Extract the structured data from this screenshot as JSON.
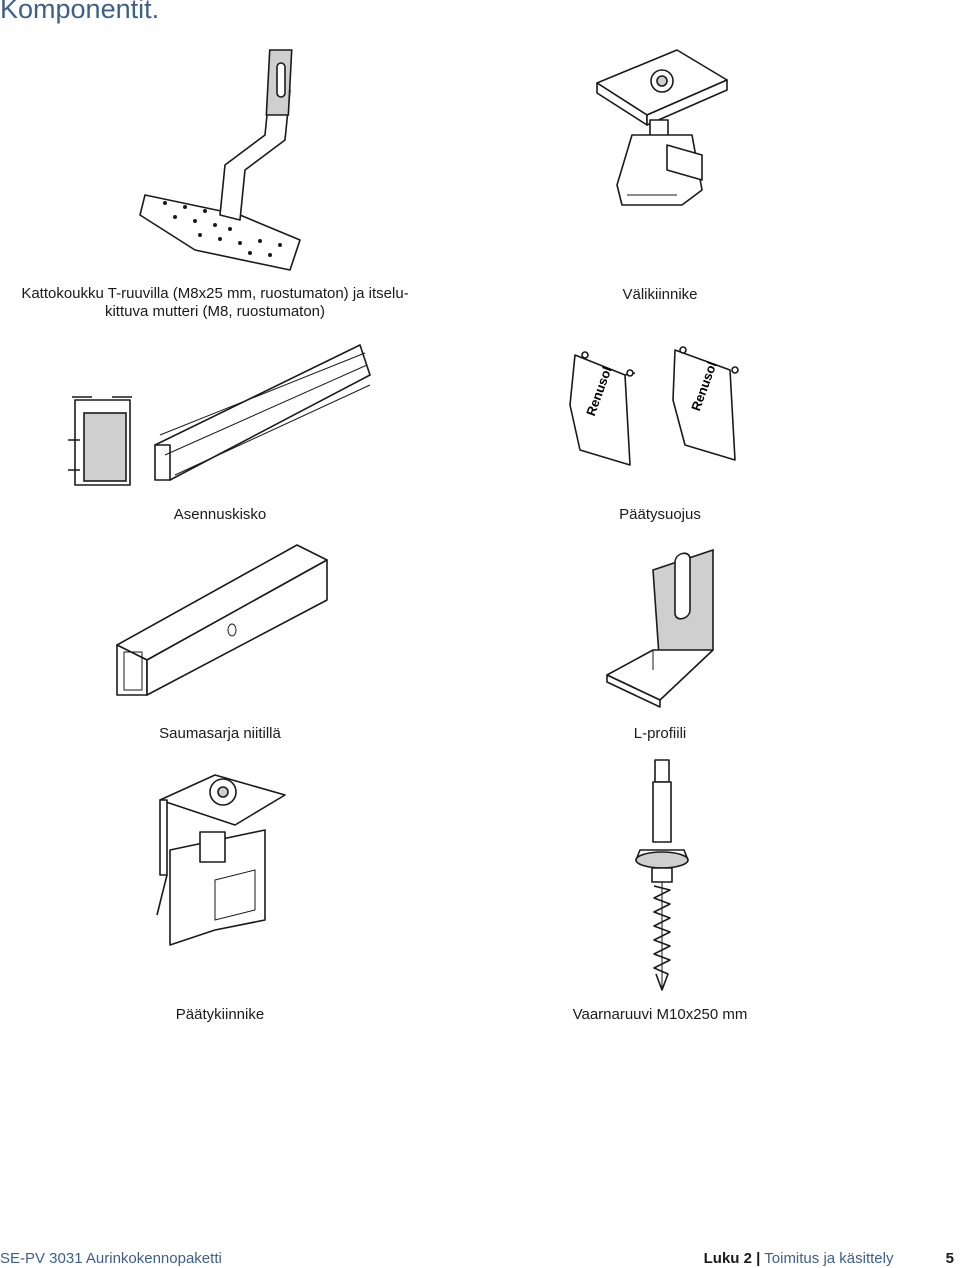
{
  "page": {
    "title": "Komponentit."
  },
  "components": [
    {
      "id": "roof-hook",
      "caption_line1": "Kattokoukku T-ruuvilla (M8x25 mm, ruostumaton) ja itselu-",
      "caption_line2": "kittuva mutteri (M8, ruostumaton)"
    },
    {
      "id": "mid-clamp",
      "caption": "Välikiinnike"
    },
    {
      "id": "mounting-rail",
      "caption": "Asennuskisko"
    },
    {
      "id": "end-cap",
      "caption": "Päätysuojus",
      "logo_text": "Renusol"
    },
    {
      "id": "joint-set",
      "caption": "Saumasarja niitillä"
    },
    {
      "id": "l-profile",
      "caption": "L-profiili"
    },
    {
      "id": "end-clamp",
      "caption": "Päätykiinnike"
    },
    {
      "id": "hanger-bolt",
      "caption": "Vaarnaruuvi M10x250 mm"
    }
  ],
  "footer": {
    "doc_title": "SE-PV 3031 Aurinkokennopaketti",
    "chapter": "Luku 2",
    "separator": "|",
    "chapter_title": "Toimitus ja käsittely",
    "page_number": "5"
  },
  "colors": {
    "accent": "#3d5f8a",
    "line": "#1a1a1a"
  }
}
